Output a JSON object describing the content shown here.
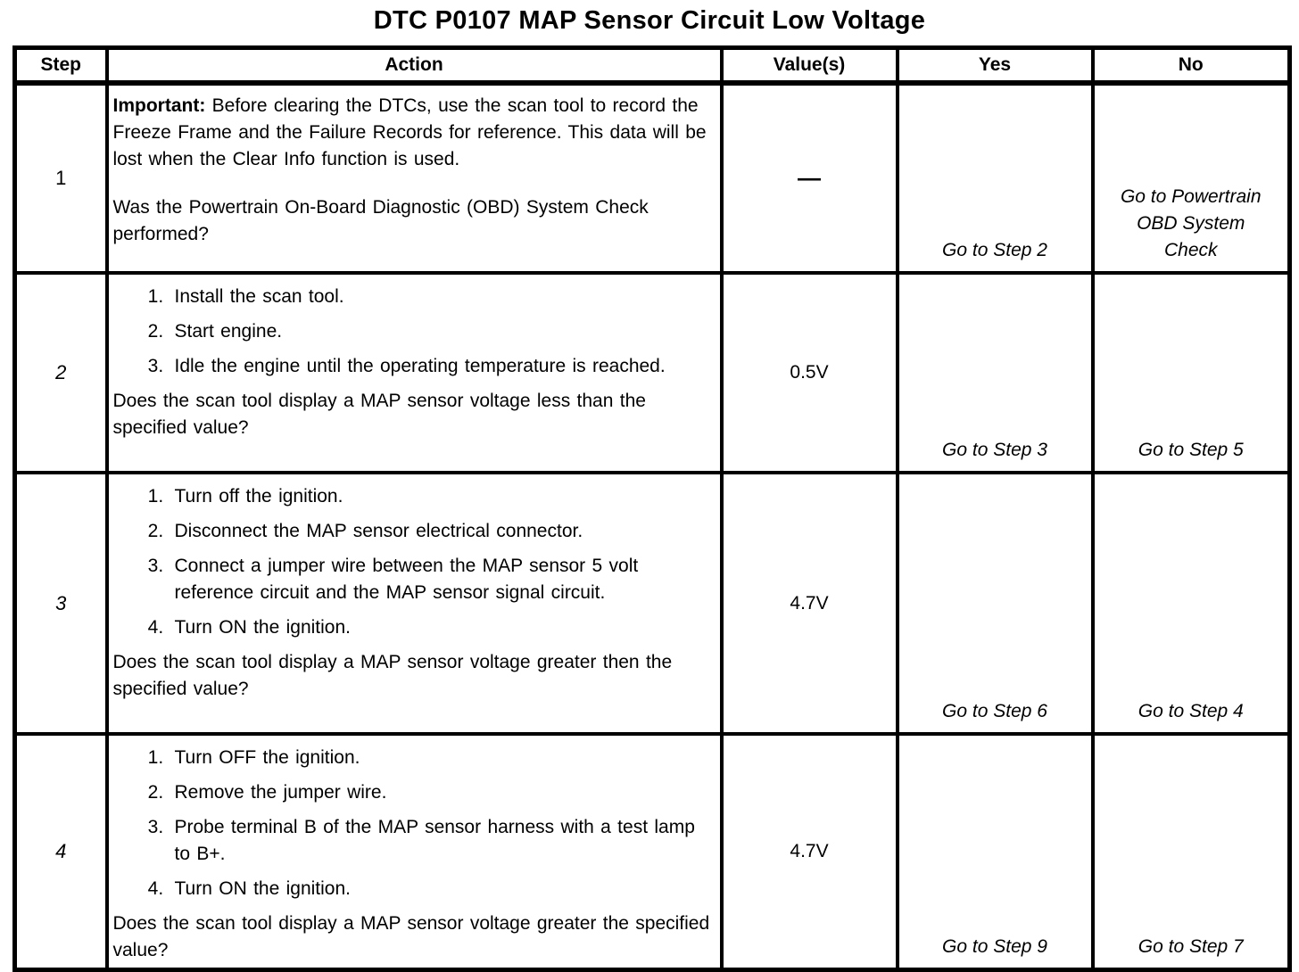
{
  "title": "DTC P0107 MAP Sensor Circuit Low Voltage",
  "headers": {
    "step": "Step",
    "action": "Action",
    "values": "Value(s)",
    "yes": "Yes",
    "no": "No"
  },
  "rows": [
    {
      "step": "1",
      "important_label": "Important:",
      "important_text": " Before clearing the DTCs, use the scan tool to record the Freeze Frame and the Failure Records for reference. This data will be lost when the Clear Info function is used.",
      "question": "Was the Powertrain On-Board Diagnostic (OBD) System Check performed?",
      "value": "—",
      "yes": "Go to Step 2",
      "no": "Go to Powertrain OBD System Check"
    },
    {
      "step": "2",
      "items": [
        "Install the scan tool.",
        "Start engine.",
        "Idle the engine until the operating temperature is reached."
      ],
      "question": "Does the scan tool display a MAP sensor voltage less than the specified value?",
      "value": "0.5V",
      "yes": "Go to Step 3",
      "no": "Go to Step 5"
    },
    {
      "step": "3",
      "items": [
        "Turn off the ignition.",
        "Disconnect the MAP sensor electrical connector.",
        "Connect a jumper wire between the MAP sensor 5 volt reference circuit and the MAP sensor signal circuit.",
        "Turn ON the ignition."
      ],
      "question": "Does the scan tool display a MAP sensor voltage greater then the specified value?",
      "value": "4.7V",
      "yes": "Go to Step 6",
      "no": "Go to Step 4"
    },
    {
      "step": "4",
      "items": [
        "Turn OFF the ignition.",
        "Remove the jumper wire.",
        "Probe terminal B of the MAP sensor harness with a test lamp to B+.",
        "Turn ON the ignition."
      ],
      "question": "Does the scan tool display a MAP sensor voltage greater the specified value?",
      "value": "4.7V",
      "yes": "Go to Step 9",
      "no": "Go to Step 7"
    }
  ]
}
